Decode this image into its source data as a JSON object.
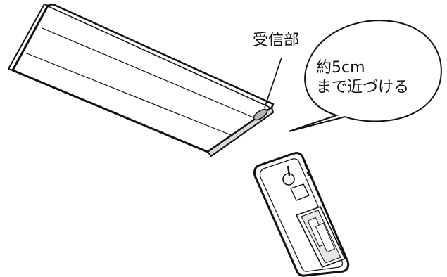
{
  "labels": {
    "receiver": "受信部",
    "bubble_line1": "約5cm",
    "bubble_line2": "まで近づける"
  },
  "colors": {
    "line": "#111111",
    "fill": "#ffffff",
    "shade": "#bfbfbf",
    "receiver_lens": "#b3b3b3"
  },
  "icons": {
    "ceiling_light": "ceiling-light-unit",
    "remote": "remote-control",
    "receiver": "ir-receiver-window"
  }
}
